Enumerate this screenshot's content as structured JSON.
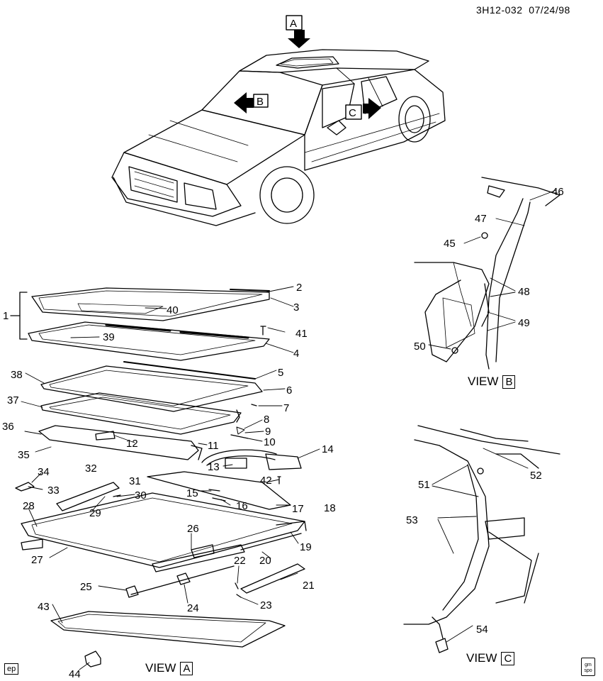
{
  "header": {
    "code": "3H12-032",
    "date": "07/24/98"
  },
  "views": [
    {
      "id": "A",
      "text": "VIEW",
      "letter": "A"
    },
    {
      "id": "B",
      "text": "VIEW",
      "letter": "B"
    },
    {
      "id": "C",
      "text": "VIEW",
      "letter": "C"
    }
  ],
  "arrow_letters": [
    "A",
    "B",
    "C"
  ],
  "corner_tag": "ep",
  "logo": {
    "line1": "gm",
    "line2": "spo"
  },
  "callouts": [
    "1",
    "2",
    "3",
    "4",
    "5",
    "6",
    "7",
    "8",
    "9",
    "10",
    "11",
    "12",
    "13",
    "14",
    "15",
    "16",
    "17",
    "18",
    "19",
    "20",
    "21",
    "22",
    "23",
    "24",
    "25",
    "26",
    "27",
    "28",
    "29",
    "30",
    "31",
    "32",
    "33",
    "34",
    "35",
    "36",
    "37",
    "38",
    "39",
    "40",
    "41",
    "42",
    "43",
    "44",
    "45",
    "46",
    "47",
    "48",
    "49",
    "50",
    "51",
    "52",
    "53",
    "54"
  ]
}
